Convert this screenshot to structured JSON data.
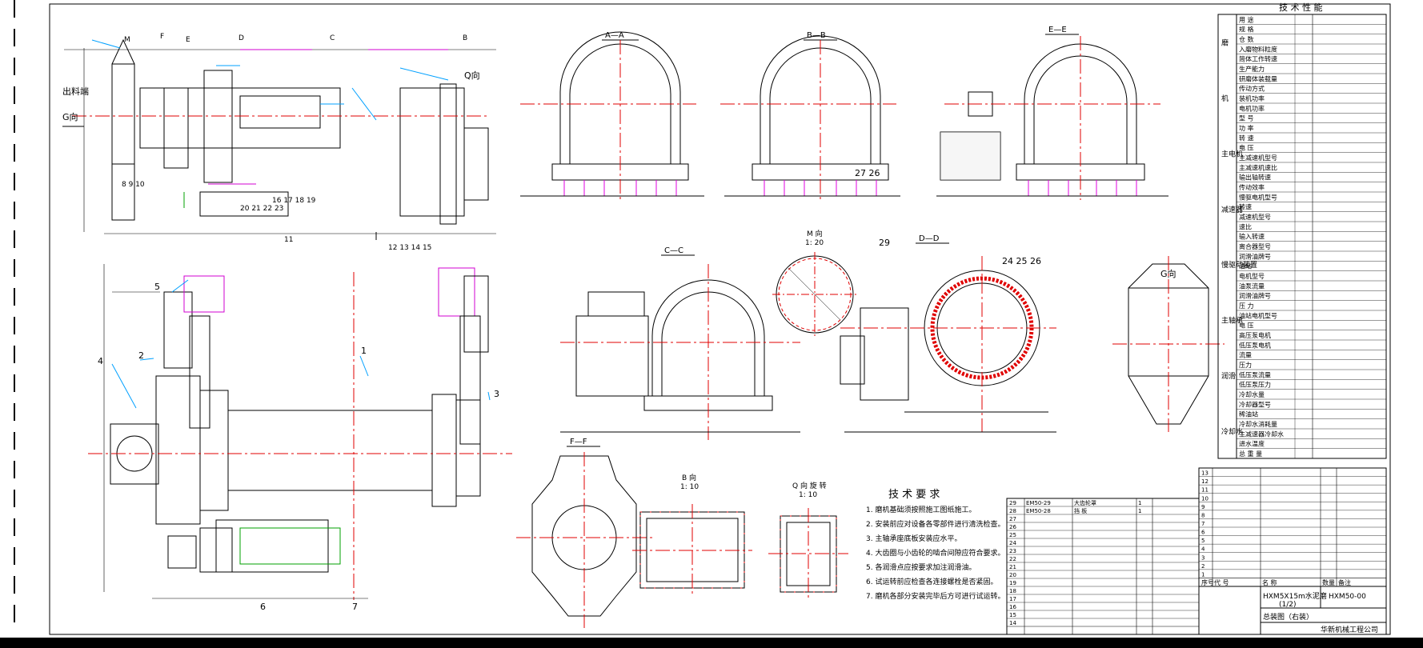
{
  "drawing": {
    "left_label": "出料端",
    "g_dir": "G向",
    "q_dir": "Q向",
    "section_marks": [
      "F",
      "E",
      "D",
      "C",
      "B",
      "M"
    ],
    "part_numbers": [
      "1",
      "2",
      "3",
      "4",
      "5",
      "6",
      "7"
    ],
    "callouts": {
      "c1": "8  9  10",
      "c2": "16 17 18 19",
      "c3": "20 21 22 23",
      "c4": "11",
      "c5": "12 13 14 15",
      "c6": "27  26",
      "c7": "24 25 26",
      "c8": "29"
    }
  },
  "views": {
    "aa": "A—A",
    "bb": "B—B",
    "ee": "E—E",
    "cc": "C—C",
    "m_view": "M 向",
    "m_scale": "1: 20",
    "dd": "D—D",
    "g_view": "G向",
    "ff": "F—F",
    "b_view": "B 向",
    "b_scale": "1: 10",
    "q_rot": "Q 向 旋 转",
    "q_scale": "1: 10"
  },
  "tech_perf": {
    "title": "技 术 性 能",
    "group_labels": [
      "磨",
      "机",
      "主电机",
      "减速器",
      "慢驱动装置",
      "主轴承",
      "润滑",
      "冷却水"
    ],
    "rows": [
      [
        "用 途",
        ""
      ],
      [
        "规 格",
        ""
      ],
      [
        "仓 数",
        ""
      ],
      [
        "入磨物料粒度",
        ""
      ],
      [
        "简体工作转速",
        ""
      ],
      [
        "生产能力",
        ""
      ],
      [
        "研磨体装载量",
        ""
      ],
      [
        "传动方式",
        ""
      ],
      [
        "装机功率",
        ""
      ],
      [
        "电机功率",
        ""
      ],
      [
        "型 号",
        ""
      ],
      [
        "功 率",
        ""
      ],
      [
        "转 速",
        ""
      ],
      [
        "电 压",
        ""
      ],
      [
        "主减速机型号",
        ""
      ],
      [
        "主减速机速比",
        ""
      ],
      [
        "输出轴转速",
        ""
      ],
      [
        "传动效率",
        ""
      ],
      [
        "慢驱电机型号",
        ""
      ],
      [
        "转速",
        ""
      ],
      [
        "减速机型号",
        ""
      ],
      [
        "速比",
        ""
      ],
      [
        "输入转速",
        ""
      ],
      [
        "离合器型号",
        ""
      ],
      [
        "润滑油牌号",
        ""
      ],
      [
        "油站",
        ""
      ],
      [
        "电机型号",
        ""
      ],
      [
        "油泵流量",
        ""
      ],
      [
        "润滑油牌号",
        ""
      ],
      [
        "压 力",
        ""
      ],
      [
        "油站电机型号",
        ""
      ],
      [
        "电 压",
        ""
      ],
      [
        "高压泵电机",
        ""
      ],
      [
        "低压泵电机",
        ""
      ],
      [
        "流量",
        ""
      ],
      [
        "压力",
        ""
      ],
      [
        "低压泵流量",
        ""
      ],
      [
        "低压泵压力",
        ""
      ],
      [
        "冷却水量",
        ""
      ],
      [
        "冷却器型号",
        ""
      ],
      [
        "稀油站",
        ""
      ],
      [
        "冷却水消耗量",
        ""
      ],
      [
        "主减速器冷却水",
        ""
      ],
      [
        "进水温度",
        ""
      ],
      [
        "总 重 量",
        ""
      ]
    ]
  },
  "tech_req": {
    "title": "技 术 要 求",
    "items": [
      "1. 磨机基础须按照施工图纸施工。",
      "2. 安装前应对设备各零部件进行清洗检查。",
      "3. 主轴承座底板安装应水平。",
      "4. 大齿圈与小齿轮的啮合间隙应符合要求。",
      "5. 各润滑点应按要求加注润滑油。",
      "6. 试运转前应检查各连接螺栓是否紧固。",
      "7. 磨机各部分安装完毕后方可进行试运转。"
    ]
  },
  "parts_list": {
    "left": [
      [
        "29",
        "EM50-29",
        "大齿轮罩",
        "1",
        ""
      ],
      [
        "28",
        "EM50-28",
        "挡 板",
        "1",
        ""
      ],
      [
        "27",
        "",
        "",
        "",
        ""
      ],
      [
        "26",
        "",
        "",
        "",
        ""
      ],
      [
        "25",
        "",
        "",
        "",
        ""
      ],
      [
        "24",
        "",
        "",
        "",
        ""
      ],
      [
        "23",
        "",
        "",
        "",
        ""
      ],
      [
        "22",
        "",
        "",
        "",
        ""
      ],
      [
        "21",
        "",
        "",
        "",
        ""
      ],
      [
        "20",
        "",
        "",
        "",
        ""
      ],
      [
        "19",
        "",
        "",
        "",
        ""
      ],
      [
        "18",
        "",
        "",
        "",
        ""
      ],
      [
        "17",
        "",
        "",
        "",
        ""
      ],
      [
        "16",
        "",
        "",
        "",
        ""
      ],
      [
        "15",
        "",
        "",
        "",
        ""
      ],
      [
        "14",
        "",
        "",
        "",
        ""
      ]
    ],
    "right": [
      [
        "13",
        "",
        "",
        "",
        ""
      ],
      [
        "12",
        "",
        "",
        "",
        ""
      ],
      [
        "11",
        "",
        "",
        "",
        ""
      ],
      [
        "10",
        "",
        "",
        "",
        ""
      ],
      [
        "9",
        "",
        "",
        "",
        ""
      ],
      [
        "8",
        "",
        "",
        "",
        ""
      ],
      [
        "7",
        "",
        "",
        "",
        ""
      ],
      [
        "6",
        "",
        "",
        "",
        ""
      ],
      [
        "5",
        "",
        "",
        "",
        ""
      ],
      [
        "4",
        "",
        "",
        "",
        ""
      ],
      [
        "3",
        "",
        "",
        "",
        ""
      ],
      [
        "2",
        "",
        "",
        "",
        ""
      ],
      [
        "1",
        "",
        "",
        "",
        ""
      ]
    ],
    "header": [
      "序号",
      "代 号",
      "名 称",
      "数量",
      "备注"
    ]
  },
  "title_block": {
    "name": "HXM5X15m水泥磨",
    "sub": "(1/2)",
    "drawing_no": "HXM50-00",
    "view": "总装图（右装）",
    "company": "华新机械工程公司"
  }
}
